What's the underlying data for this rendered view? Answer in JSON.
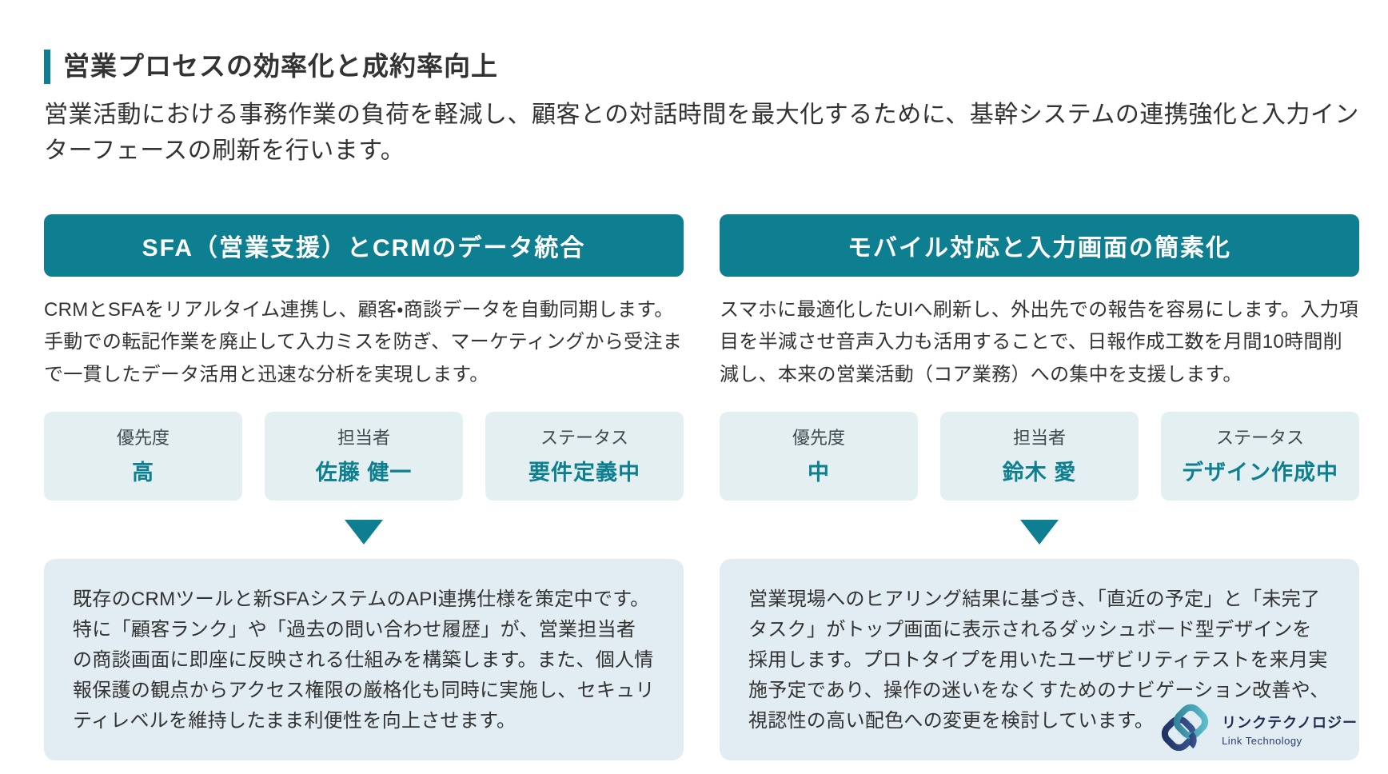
{
  "page": {
    "title": "営業プロセスの効率化と成約率向上",
    "intro": "営業活動における事務作業の負荷を軽減し、顧客との対話時間を最大化するために、基幹システムの連携強化と入力インターフェースの刷新を行います。"
  },
  "colors": {
    "accent_teal": "#0e7f90",
    "meta_box_bg": "#e4eff1",
    "detail_box_bg": "#e1edf2",
    "body_text": "#333333",
    "logo_navy": "#2a3d6d",
    "logo_teal": "#44a3b2"
  },
  "sections": [
    {
      "banner": "SFA（営業支援）とCRMのデータ統合",
      "description": "CRMとSFAをリアルタイム連携し、顧客・商談データを自動同期します。手動での転記作業を廃止して入力ミスを防ぎ、マーケティングから受注まで一貫したデータ活用と迅速な分析を実現します。",
      "meta": [
        {
          "label": "優先度",
          "value": "高"
        },
        {
          "label": "担当者",
          "value": "佐藤 健一"
        },
        {
          "label": "ステータス",
          "value": "要件定義中"
        }
      ],
      "detail": "既存のCRMツールと新SFAシステムのAPI連携仕様を策定中です。特に「顧客ランク」や「過去の問い合わせ履歴」が、営業担当者の商談画面に即座に反映される仕組みを構築します。また、個人情報保護の観点からアクセス権限の厳格化も同時に実施し、セキュリティレベルを維持したまま利便性を向上させます。"
    },
    {
      "banner": "モバイル対応と入力画面の簡素化",
      "description": "スマホに最適化したUIへ刷新し、外出先での報告を容易にします。入力項目を半減させ音声入力も活用することで、日報作成工数を月間10時間削減し、本来の営業活動（コア業務）への集中を支援します。",
      "meta": [
        {
          "label": "優先度",
          "value": "中"
        },
        {
          "label": "担当者",
          "value": "鈴木 愛"
        },
        {
          "label": "ステータス",
          "value": "デザイン作成中"
        }
      ],
      "detail": "営業現場へのヒアリング結果に基づき、「直近の予定」と「未完了タスク」がトップ画面に表示されるダッシュボード型デザインを採用します。プロトタイプを用いたユーザビリティテストを来月実施予定であり、操作の迷いをなくすためのナビゲーション改善や、視認性の高い配色への変更を検討しています。"
    }
  ],
  "logo": {
    "name_ja": "リンクテクノロジー",
    "name_en": "Link Technology"
  }
}
